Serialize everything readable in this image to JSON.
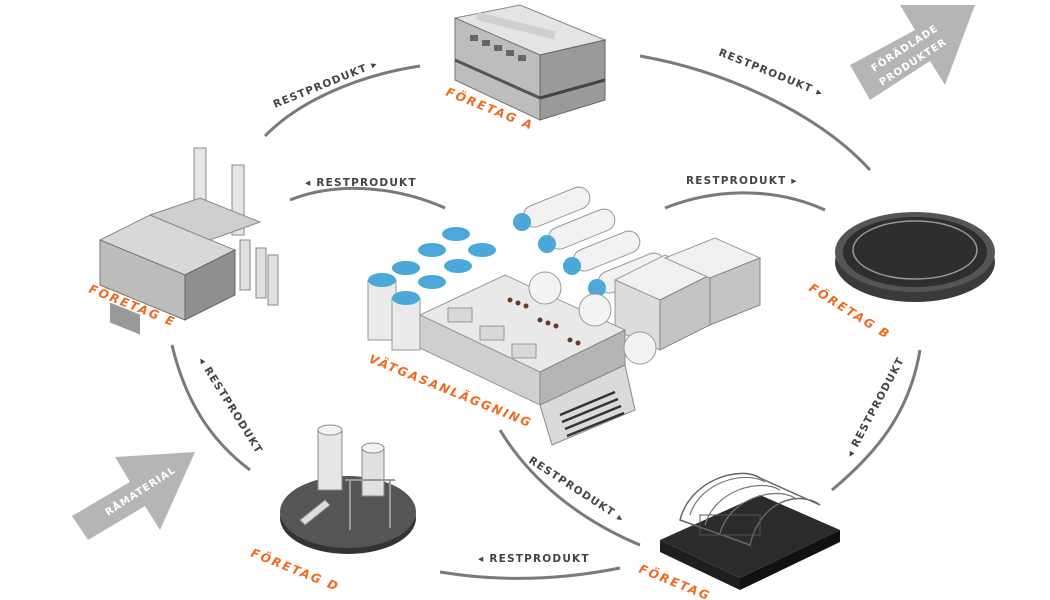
{
  "colors": {
    "accent": "#ee6a1f",
    "flow": "#7a7a7a",
    "big_arrow": "#b5b5b5",
    "tank_blue": "#4ba8d8",
    "dark": "#333333"
  },
  "labels": {
    "restprodukt": "RESTPRODUKT",
    "center": "VÄTGASANLÄGGNING",
    "company_a": "FÖRETAG A",
    "company_b": "FÖRETAG B",
    "company_c": "FÖRETAG",
    "company_d": "FÖRETAG D",
    "company_e": "FÖRETAG E",
    "input_arrow": "RÅMATERIAL",
    "output_arrow_line1": "FÖRÄDLADE",
    "output_arrow_line2": "PRODUKTER"
  },
  "icons": [
    "server-building-icon",
    "digester-tank-icon",
    "greenhouse-icon",
    "silo-platform-icon",
    "factory-chimney-icon",
    "hydrogen-plant-icon"
  ]
}
